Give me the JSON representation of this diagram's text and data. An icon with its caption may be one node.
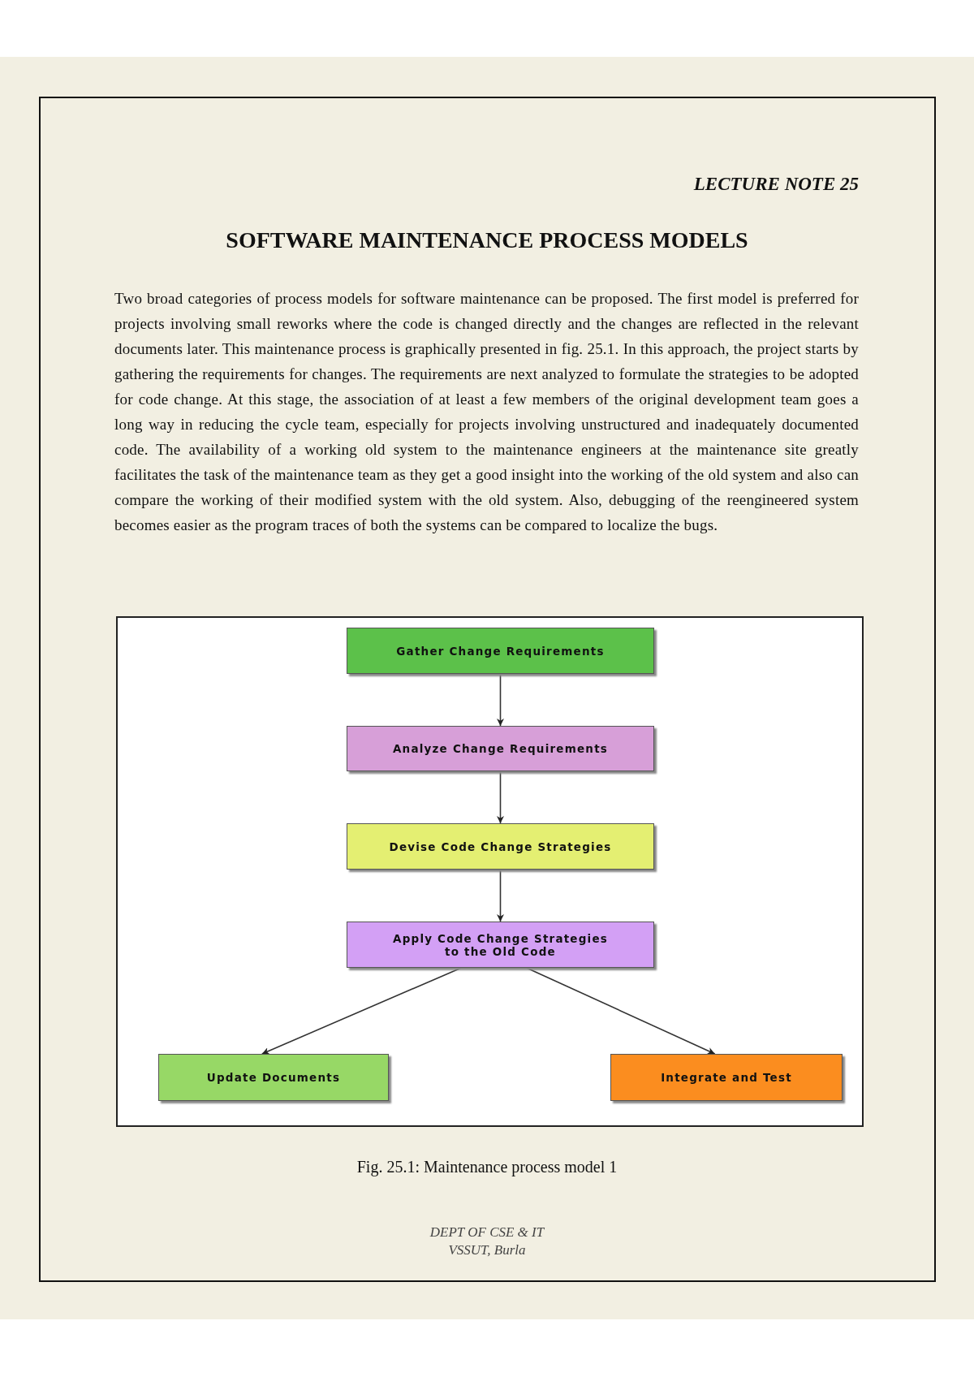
{
  "diagram": {
    "title": "SOFTWARE MAINTENANCE PROCESS MODELS",
    "caption": "Fig. 25.1: Maintenance process model 1",
    "nodes": [
      {
        "text": [
          "Gather Change Requirements"
        ]
      },
      {
        "text": [
          "Analyze Change Requirements"
        ]
      },
      {
        "text": [
          "Devise Code Change Strategies"
        ]
      },
      {
        "text": [
          "Apply Code Change Strategies to the Old Code"
        ]
      },
      {
        "text": [
          "Update Documents"
        ]
      },
      {
        "text": [
          "Integrate and Test"
        ]
      }
    ],
    "edges": [
      {
        "from": 0,
        "to": 1,
        "arrow": "to"
      },
      {
        "from": 1,
        "to": 2,
        "arrow": "to"
      },
      {
        "from": 2,
        "to": 3,
        "arrow": "to"
      },
      {
        "from": 3,
        "to": 4,
        "arrow": "to"
      },
      {
        "from": 3,
        "to": 5,
        "arrow": "to"
      }
    ],
    "labels": [
      "LECTURE NOTE 25",
      "Two broad categories of process models for software maintenance can be proposed. The first model is preferred for projects involving small reworks where the code is changed directly and the changes are reflected in the relevant documents later. This maintenance process is graphically presented in fig. 25.1. In this approach, the project starts by gathering the requirements for changes. The requirements are next analyzed to formulate the strategies to be adopted for code change. At this stage, the association of at least a few members of the original development team goes a long way in reducing the cycle team, especially for projects involving unstructured and inadequately documented code. The availability of a working old system to the maintenance engineers at the maintenance site greatly facilitates the task of the maintenance team as they get a good insight into the working of the old system and also can compare the working of their modified system with the old system. Also, debugging of the reengineered system becomes easier as the program traces of both the systems can be compared to localize the bugs.",
      "DEPT OF CSE & IT",
      "VSSUT, Burla"
    ]
  }
}
